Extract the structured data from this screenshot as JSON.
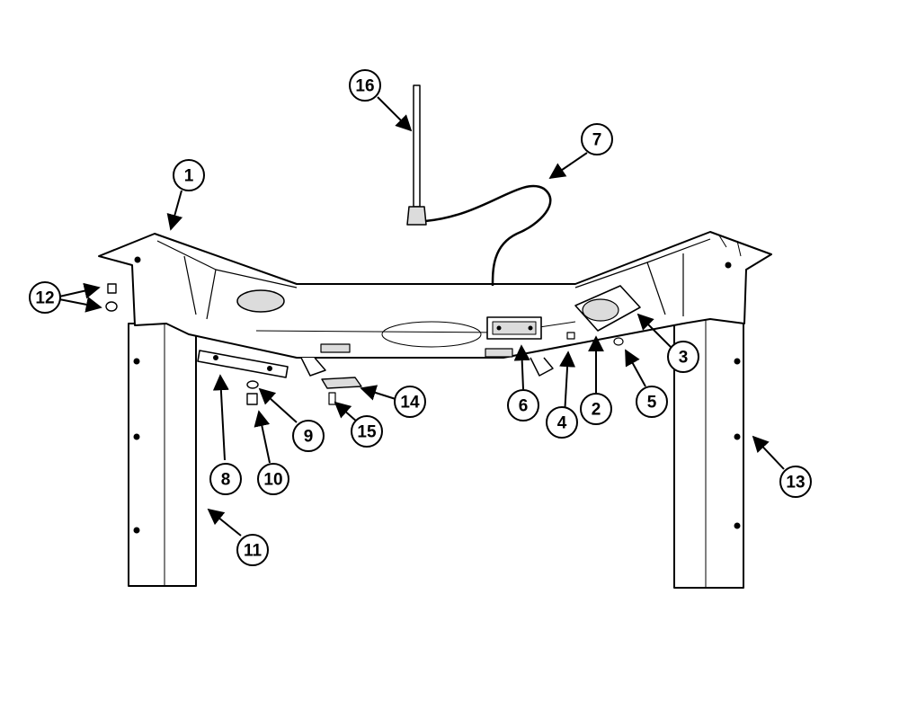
{
  "callouts": {
    "c1": "1",
    "c2": "2",
    "c3": "3",
    "c4": "4",
    "c5": "5",
    "c6": "6",
    "c7": "7",
    "c8": "8",
    "c9": "9",
    "c10": "10",
    "c11": "11",
    "c12": "12",
    "c13": "13",
    "c14": "14",
    "c15": "15",
    "c16": "16"
  },
  "colors": {
    "line": "#000000",
    "fill": "#ffffff",
    "shade": "#dcdcdc"
  }
}
